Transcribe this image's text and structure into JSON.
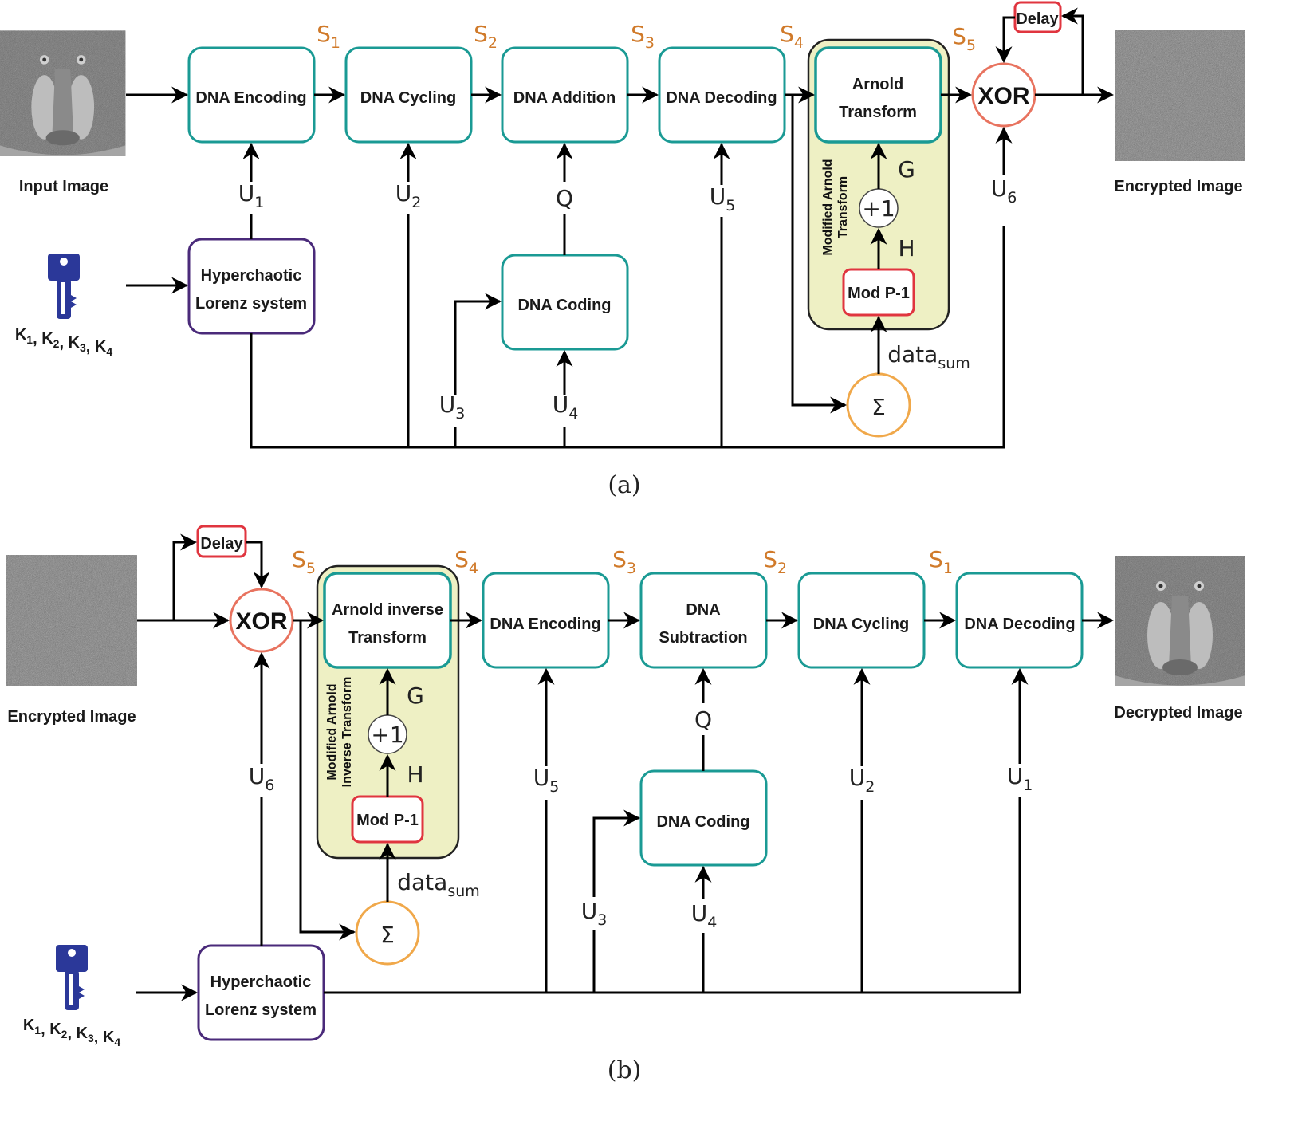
{
  "colors": {
    "process_border": "#1a9a94",
    "lorenz_border": "#4a2a7a",
    "xor_border": "#e8735f",
    "delay_border": "#e0353f",
    "sum_border": "#f0a84a",
    "modified_fill": "#eef0c4",
    "stage_label": "#d07a2a",
    "key": "#2b3899"
  },
  "encryption": {
    "caption": "(a)",
    "input_image_label": "Input Image",
    "output_image_label": "Encrypted Image",
    "key_label": {
      "parts": [
        {
          "t": "K",
          "s": "1"
        },
        {
          "t": ", K",
          "s": "2"
        },
        {
          "t": ", K",
          "s": "3"
        },
        {
          "t": ", K",
          "s": "4"
        }
      ]
    },
    "blocks": {
      "dna_encoding": "DNA Encoding",
      "dna_cycling": "DNA Cycling",
      "dna_addition": "DNA Addition",
      "dna_decoding": "DNA Decoding",
      "arnold_line1": "Arnold",
      "arnold_line2": "Transform",
      "lorenz_line1": "Hyperchaotic",
      "lorenz_line2": "Lorenz system",
      "dna_coding": "DNA Coding",
      "mod": "Mod P-1",
      "plus_one": "+1",
      "sigma": "Σ",
      "xor": "XOR",
      "delay": "Delay"
    },
    "modified_label_line1": "Modified Arnold",
    "modified_label_line2": "Transform",
    "stages": [
      {
        "t": "S",
        "s": "1"
      },
      {
        "t": "S",
        "s": "2"
      },
      {
        "t": "S",
        "s": "3"
      },
      {
        "t": "S",
        "s": "4"
      },
      {
        "t": "S",
        "s": "5"
      }
    ],
    "signals": {
      "u1": {
        "t": "U",
        "s": "1"
      },
      "u2": {
        "t": "U",
        "s": "2"
      },
      "u3": {
        "t": "U",
        "s": "3"
      },
      "u4": {
        "t": "U",
        "s": "4"
      },
      "u5": {
        "t": "U",
        "s": "5"
      },
      "u6": {
        "t": "U",
        "s": "6"
      },
      "q": {
        "t": "Q",
        "s": ""
      },
      "g": {
        "t": "G",
        "s": ""
      },
      "h": {
        "t": "H",
        "s": ""
      },
      "datasum": {
        "t": "data",
        "s": "sum"
      }
    }
  },
  "decryption": {
    "caption": "(b)",
    "input_image_label": "Encrypted Image",
    "output_image_label": "Decrypted Image",
    "key_label": {
      "parts": [
        {
          "t": "K",
          "s": "1"
        },
        {
          "t": ", K",
          "s": "2"
        },
        {
          "t": ", K",
          "s": "3"
        },
        {
          "t": ", K",
          "s": "4"
        }
      ]
    },
    "blocks": {
      "arnold_line1": "Arnold inverse",
      "arnold_line2": "Transform",
      "dna_encoding": "DNA Encoding",
      "dna_sub_line1": "DNA",
      "dna_sub_line2": "Subtraction",
      "dna_cycling": "DNA Cycling",
      "dna_decoding": "DNA Decoding",
      "lorenz_line1": "Hyperchaotic",
      "lorenz_line2": "Lorenz system",
      "dna_coding": "DNA Coding",
      "mod": "Mod P-1",
      "plus_one": "+1",
      "sigma": "Σ",
      "xor": "XOR",
      "delay": "Delay"
    },
    "modified_label_line1": "Modified Arnold",
    "modified_label_line2": "Inverse Transform",
    "stages": [
      {
        "t": "S",
        "s": "5"
      },
      {
        "t": "S",
        "s": "4"
      },
      {
        "t": "S",
        "s": "3"
      },
      {
        "t": "S",
        "s": "2"
      },
      {
        "t": "S",
        "s": "1"
      }
    ],
    "signals": {
      "u6": {
        "t": "U",
        "s": "6"
      },
      "u5": {
        "t": "U",
        "s": "5"
      },
      "u3": {
        "t": "U",
        "s": "3"
      },
      "u4": {
        "t": "U",
        "s": "4"
      },
      "u2": {
        "t": "U",
        "s": "2"
      },
      "u1": {
        "t": "U",
        "s": "1"
      },
      "q": {
        "t": "Q",
        "s": ""
      },
      "g": {
        "t": "G",
        "s": ""
      },
      "h": {
        "t": "H",
        "s": ""
      },
      "datasum": {
        "t": "data",
        "s": "sum"
      }
    }
  }
}
